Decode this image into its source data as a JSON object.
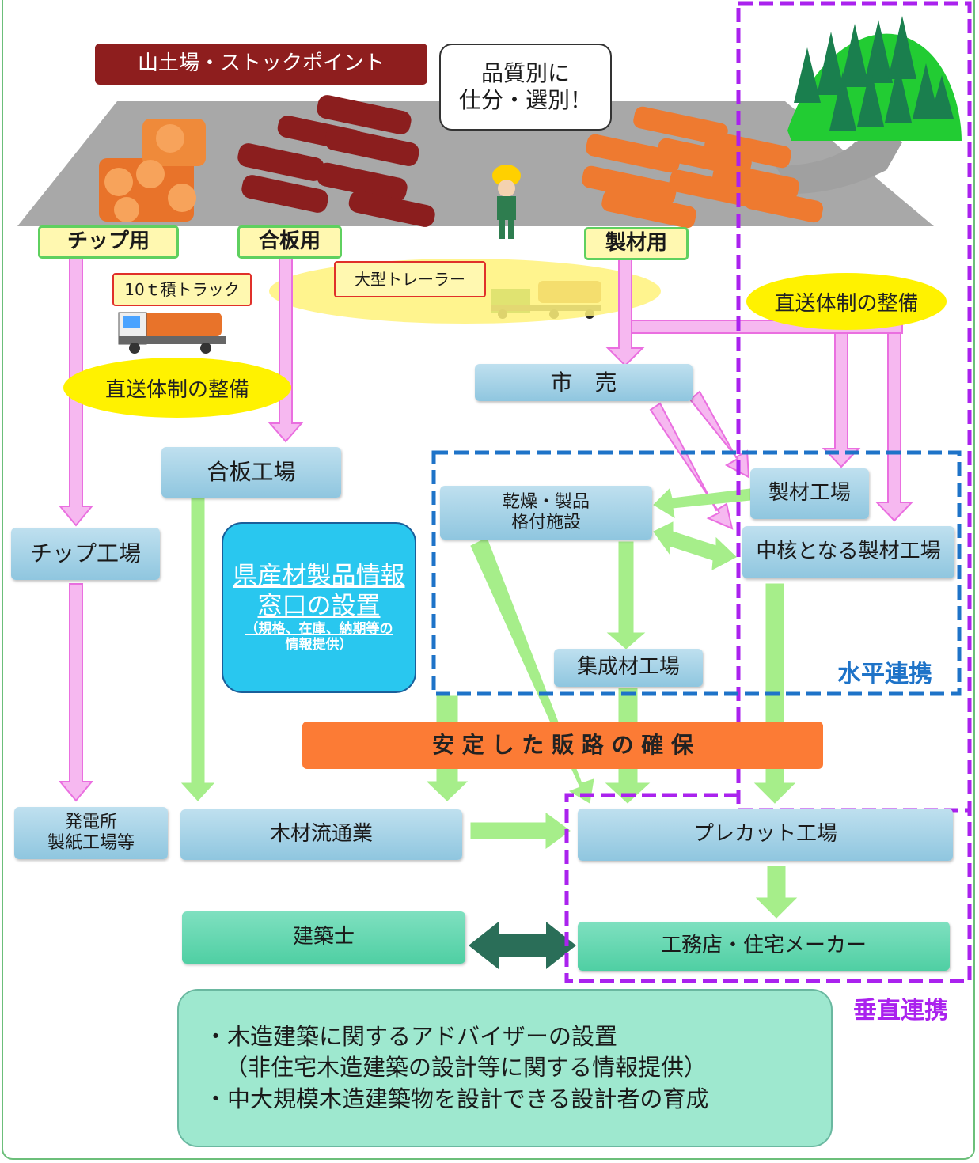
{
  "stockpoint_title": "山土場・ストックポイント",
  "bubble": {
    "line1": "品質別に",
    "line2": "仕分・選別！"
  },
  "categories": {
    "chip": "チップ用",
    "plywood": "合板用",
    "lumber": "製材用"
  },
  "trucks": {
    "truck_10t": "10ｔ積トラック",
    "trailer": "大型トレーラー"
  },
  "direct_left": "直送体制の整備",
  "direct_right": "直送体制の整備",
  "market": "市　売",
  "plywood_factory": "合板工場",
  "chip_factory": "チップ工場",
  "info_window": {
    "line1": "県産材製品情報",
    "line2": "窓口の設置",
    "line3": "（規格、在庫、納期等の",
    "line4": "情報提供）"
  },
  "drying": {
    "line1": "乾燥・製品",
    "line2": "格付施設"
  },
  "sawmill": "製材工場",
  "core_sawmill": "中核となる製材工場",
  "glulam": "集成材工場",
  "horizontal": "水平連携",
  "stable_sales": "安 定 し た 販 路 の 確 保",
  "power_plant": {
    "line1": "発電所",
    "line2": "製紙工場等"
  },
  "distribution": "木材流通業",
  "precut": "プレカット工場",
  "architect": "建築士",
  "builder": "工務店・住宅メーカー",
  "vertical": "垂直連携",
  "bottom_notes": {
    "line1": "・木造建築に関するアドバイザーの設置",
    "line2": "（非住宅木造建築の設計等に関する情報提供）",
    "line3": "・中大規模木造建築物を設計できる設計者の育成"
  },
  "colors": {
    "pink_arrow": "#f6b8f0",
    "pink_edge": "#ea6fe0",
    "green_arrow": "#a6ee8a",
    "purple": "#aa22ee",
    "blue_dash": "#1e73c8",
    "orange": "#fc7b35"
  }
}
